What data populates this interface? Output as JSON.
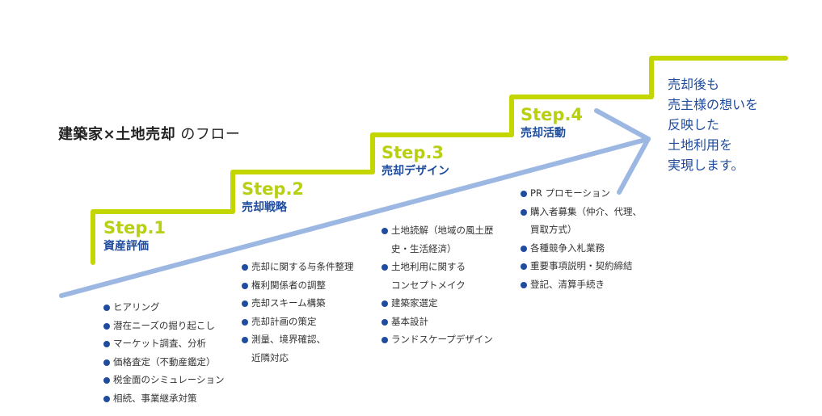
{
  "title": {
    "bold_part": "建築家×土地売却",
    "normal_part": " のフロー"
  },
  "colors": {
    "step_line": "#c3d600",
    "step_number": "#b8cf14",
    "heading_blue": "#1f4c9e",
    "arrow": "#9bb7e2",
    "bullet": "#1f4c9e",
    "body_text": "#333333"
  },
  "steps": [
    {
      "number": "Step.1",
      "name": "資産評価",
      "items": [
        [
          "ヒアリング"
        ],
        [
          "潜在ニーズの掘り起こし"
        ],
        [
          "マーケット調査、分析"
        ],
        [
          "価格査定（不動産鑑定）"
        ],
        [
          "税金面のシミュレーション"
        ],
        [
          "相続、事業継承対策"
        ]
      ]
    },
    {
      "number": "Step.2",
      "name": "売却戦略",
      "items": [
        [
          "売却に関する与条件整理"
        ],
        [
          "権利関係者の調整"
        ],
        [
          "売却スキーム構築"
        ],
        [
          "売却計画の策定"
        ],
        [
          "測量、境界確認、",
          "近隣対応"
        ]
      ]
    },
    {
      "number": "Step.3",
      "name": "売却デザイン",
      "items": [
        [
          "土地読解（地域の風土歴",
          "史・生活経済）"
        ],
        [
          "土地利用に関する",
          "コンセプトメイク"
        ],
        [
          "建築家選定"
        ],
        [
          "基本設計"
        ],
        [
          "ランドスケープデザイン"
        ]
      ]
    },
    {
      "number": "Step.4",
      "name": "売却活動",
      "items": [
        [
          "PR プロモーション"
        ],
        [
          "購入者募集（仲介、代理、",
          "買取方式）"
        ],
        [
          "各種競争入札業務"
        ],
        [
          "重要事項説明・契約締結"
        ],
        [
          "登記、清算手続き"
        ]
      ]
    }
  ],
  "final_message": "売却後も\n売主様の想いを\n反映した\n土地利用を\n実現します。"
}
